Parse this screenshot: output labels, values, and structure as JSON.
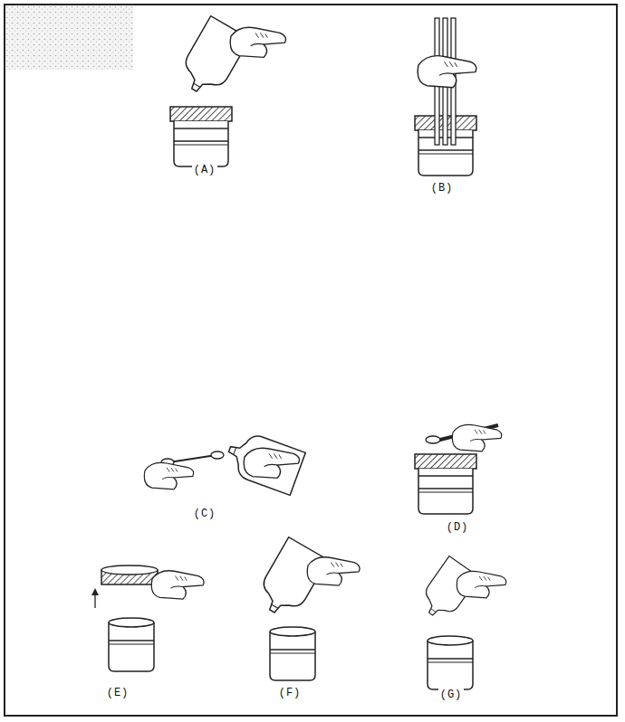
{
  "diagram": {
    "labels": [
      "(A)",
      "(B)",
      "(C)",
      "(D)",
      "(E)",
      "(F)",
      "(G)"
    ]
  }
}
